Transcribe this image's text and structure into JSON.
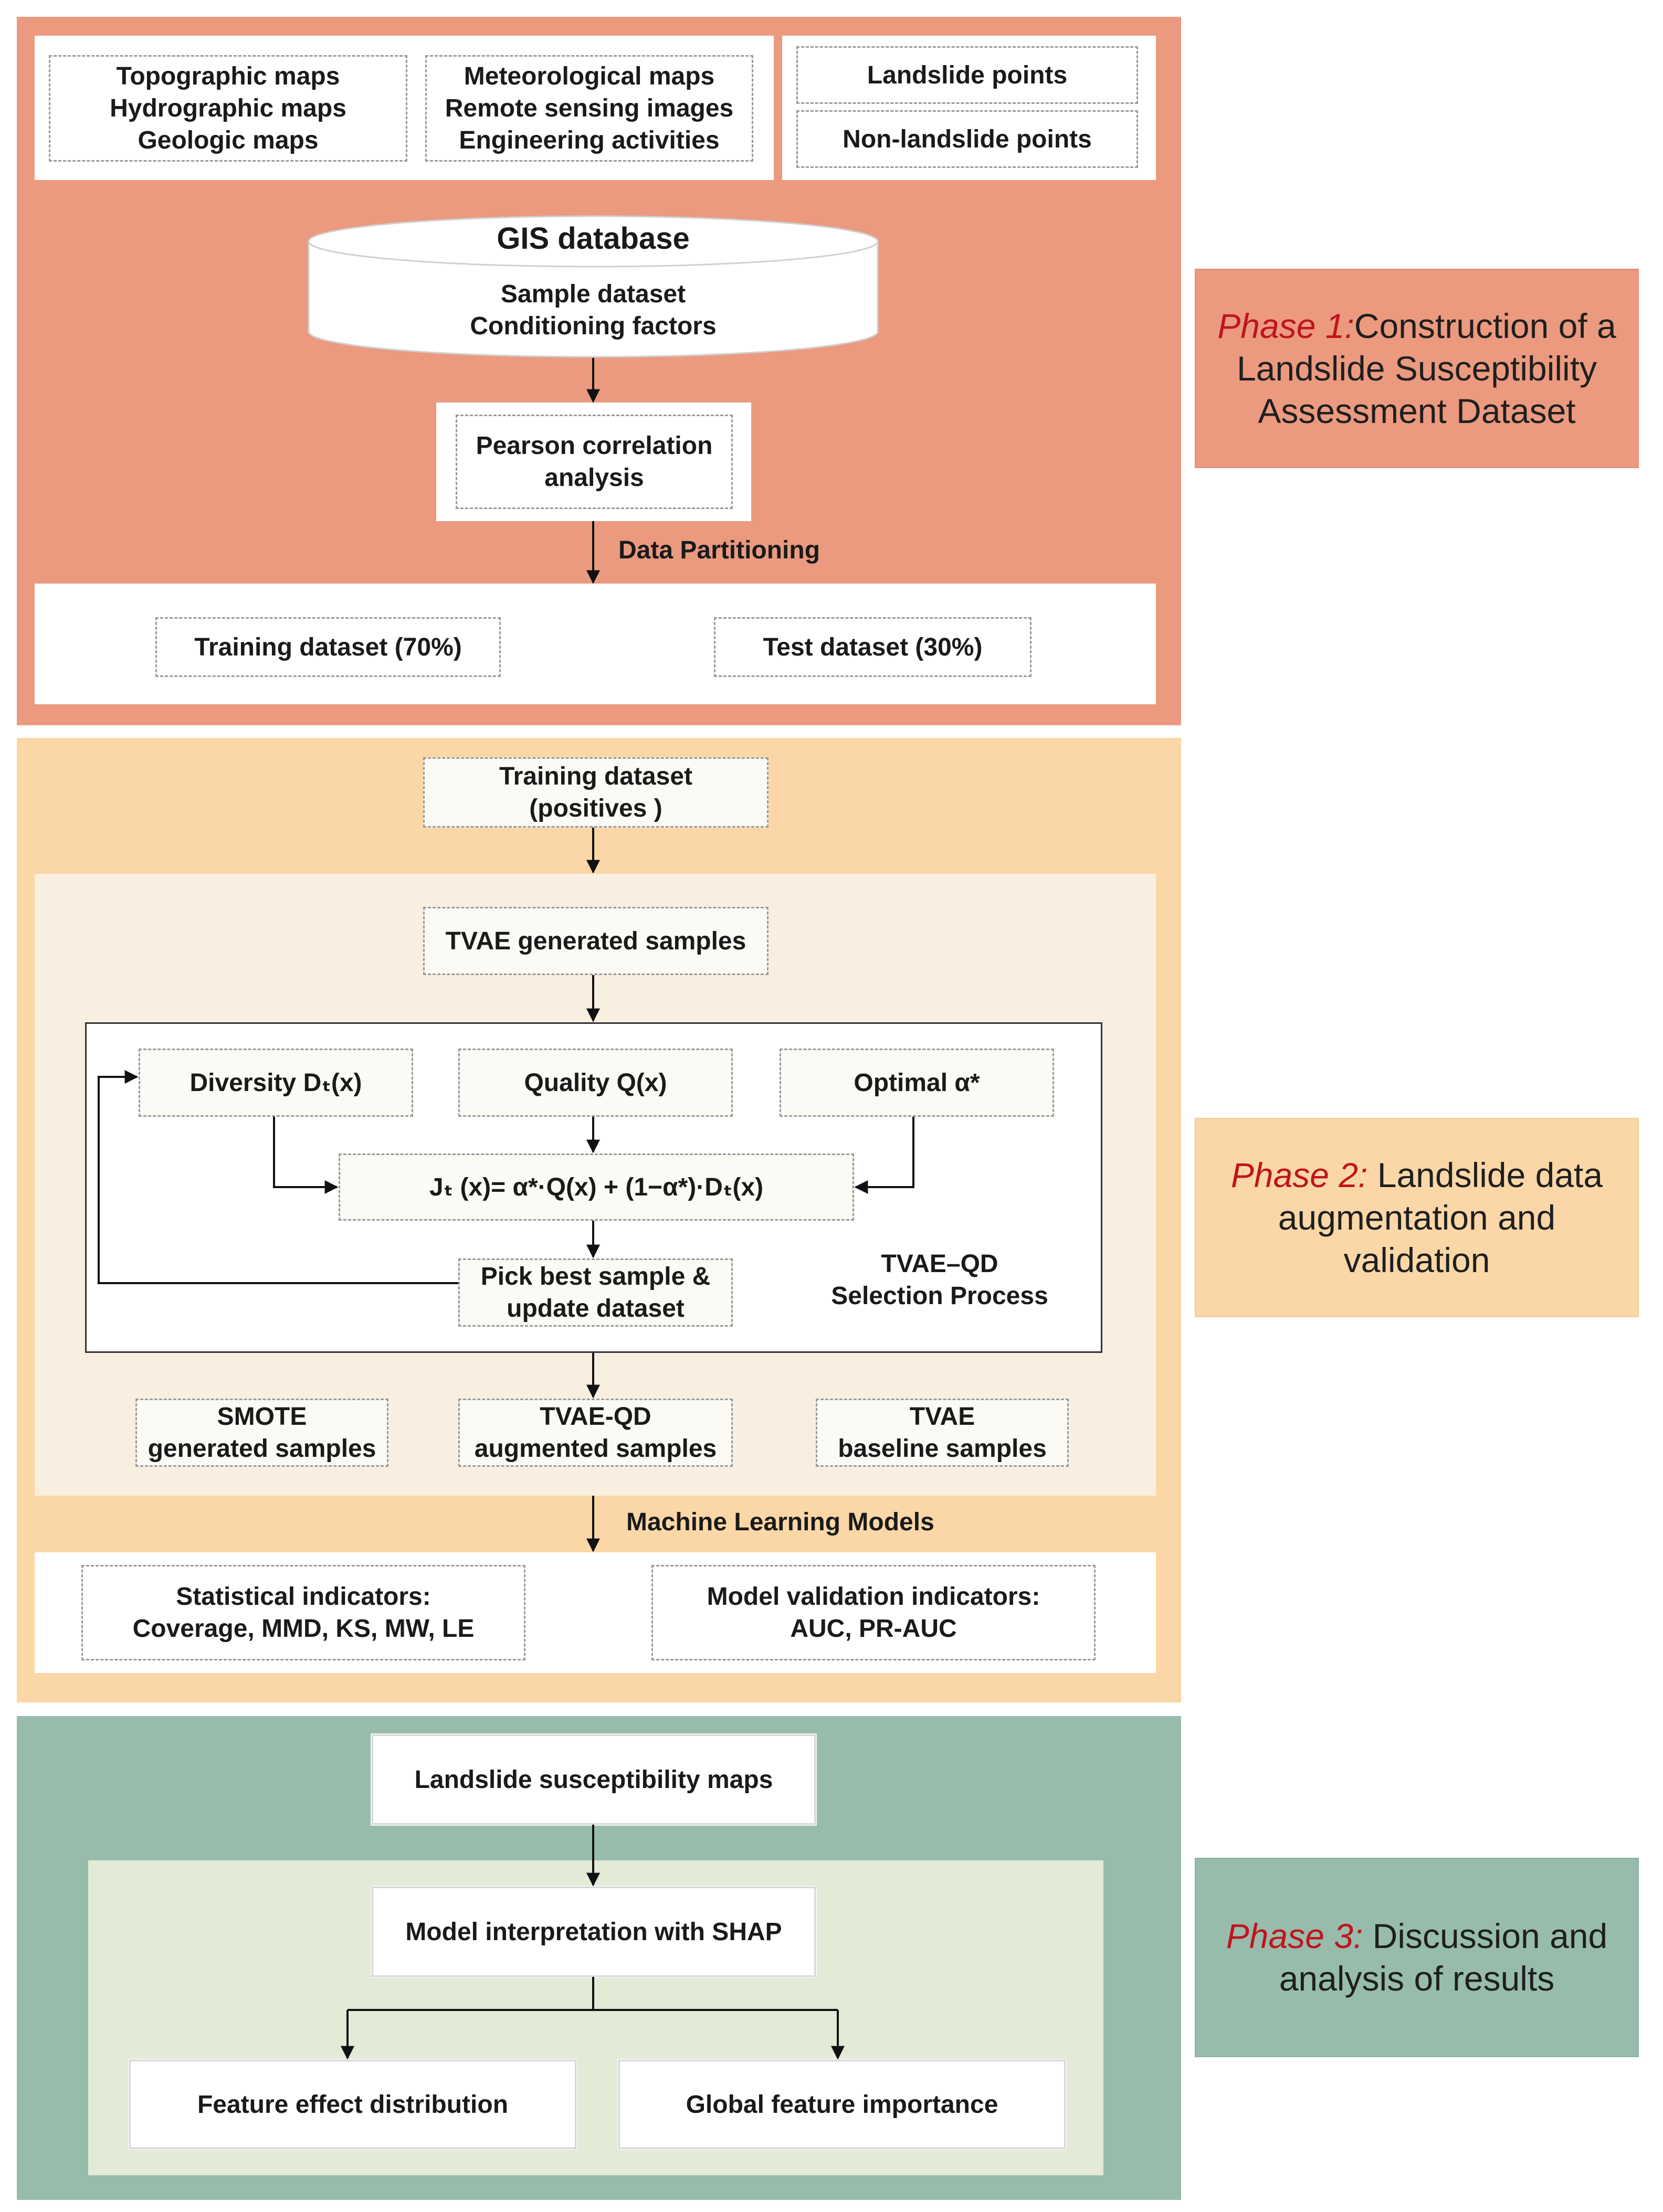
{
  "phase1": {
    "sources_left": [
      "Topographic maps",
      "Hydrographic maps",
      "Geologic maps"
    ],
    "sources_mid": [
      "Meteorological maps",
      "Remote sensing images",
      "Engineering activities"
    ],
    "points": [
      "Landslide points",
      "Non-landslide points"
    ],
    "gis_title": "GIS database",
    "gis_lines": [
      "Sample dataset",
      "Conditioning factors"
    ],
    "pearson": [
      "Pearson correlation",
      "analysis"
    ],
    "partition_label": "Data Partitioning",
    "train": "Training dataset (70%)",
    "test": "Test dataset (30%)"
  },
  "phase2": {
    "train_pos": [
      "Training dataset",
      "(positives )"
    ],
    "tvae_generated": "TVAE generated samples",
    "diversity": "Diversity Dₜ(x)",
    "quality": "Quality Q(x)",
    "optimal": "Optimal α*",
    "formula": "Jₜ (x)= α*·Q(x) + (1−α*)·Dₜ(x)",
    "pick": [
      "Pick best sample &",
      "update dataset"
    ],
    "process": [
      "TVAE–QD",
      "Selection Process"
    ],
    "smote": [
      "SMOTE",
      "generated samples"
    ],
    "tvaeqd": [
      "TVAE-QD",
      "augmented samples"
    ],
    "tvae_base": [
      "TVAE",
      "baseline samples"
    ],
    "ml_label": "Machine Learning Models",
    "stat": [
      "Statistical indicators:",
      "Coverage, MMD, KS, MW, LE"
    ],
    "valid": [
      "Model validation indicators:",
      "AUC, PR-AUC"
    ]
  },
  "phase3": {
    "maps": "Landslide susceptibility maps",
    "shap": "Model interpretation with SHAP",
    "effect": "Feature effect distribution",
    "importance": "Global feature importance"
  },
  "side": {
    "p1_tag": "Phase 1:",
    "p1_text": [
      "Construction of a",
      "Landslide Susceptibility",
      "Assessment Dataset"
    ],
    "p2_tag": "Phase 2:",
    "p2_text": [
      "Landslide data",
      "augmentation and",
      "validation"
    ],
    "p3_tag": "Phase 3:",
    "p3_text": [
      "Discussion and",
      "analysis of results"
    ]
  },
  "colors": {
    "phase1_bg": "#eb9a7f",
    "phase2_bg": "#fbd7a7",
    "phase2_inner": "#f9efe0",
    "phase3_bg": "#97bcab",
    "phase3_inner": "#e3ead6",
    "phase_label_red": "#c0141c"
  }
}
